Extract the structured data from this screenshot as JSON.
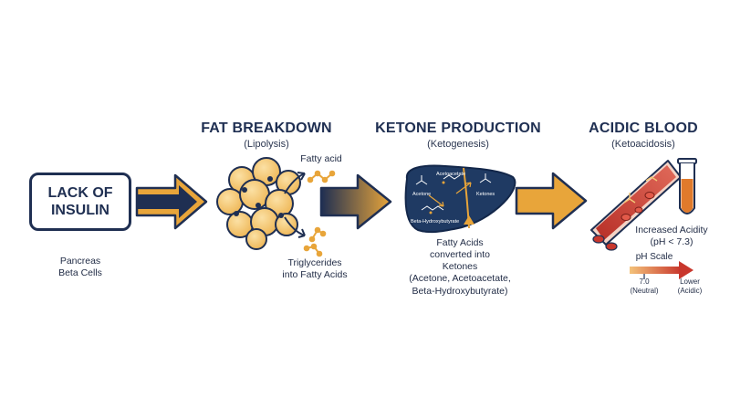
{
  "colors": {
    "navy": "#1f2f52",
    "orange": "#e8a53a",
    "blood_red": "#c8372d",
    "fat_yellow": "#f3c777"
  },
  "stage1": {
    "box_text_line1": "LACK OF",
    "box_text_line2": "INSULIN",
    "caption_line1": "Pancreas",
    "caption_line2": "Beta Cells"
  },
  "stage2": {
    "title": "FAT BREAKDOWN",
    "subtitle": "(Lipolysis)",
    "fatty_acid_label": "Fatty acid",
    "caption_line1": "Triglycerides",
    "caption_line2": "into Fatty Acids"
  },
  "stage3": {
    "title": "KETONE PRODUCTION",
    "subtitle": "(Ketogenesis)",
    "liver_labels": {
      "acetone": "Acetone",
      "acetoacetate": "Acetoacetate",
      "ketones": "Ketones",
      "bhb": "Beta-Hydroxybutyrate"
    },
    "caption_lines": [
      "Fatty Acids",
      "converted into",
      "Ketones",
      "(Acetone, Acetoacetate,",
      "Beta-Hydroxybutyrate)"
    ]
  },
  "stage4": {
    "title": "ACIDIC BLOOD",
    "subtitle": "(Ketoacidosis)",
    "acidity_line1": "Increased Acidity",
    "acidity_line2": "(pH < 7.3)",
    "ph_scale_label": "pH Scale",
    "neutral_value": "7.0",
    "neutral_label": "(Neutral)",
    "lower_label": "Lower",
    "acidic_label": "(Acidic)"
  }
}
